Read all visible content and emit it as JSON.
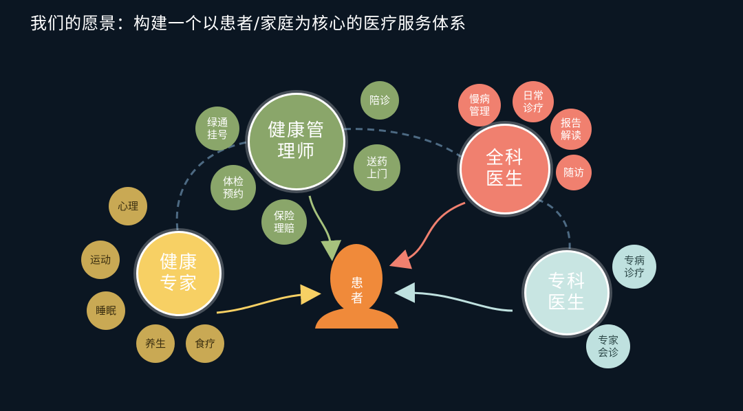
{
  "title": "我们的愿景：构建一个以患者/家庭为核心的医疗服务体系",
  "center": {
    "label": "患者"
  },
  "hubs": {
    "health_manager": {
      "label": "健康管理师",
      "color": "#8aa66a",
      "items": [
        "绿通挂号",
        "陪诊",
        "送药上门",
        "体检预约",
        "保险理赔"
      ]
    },
    "general_doctor": {
      "label": "全科医生",
      "color": "#f0806f",
      "items": [
        "慢病管理",
        "日常诊疗",
        "报告解读",
        "随访"
      ]
    },
    "health_expert": {
      "label": "健康专家",
      "color": "#f7d064",
      "items": [
        "心理",
        "运动",
        "睡眠",
        "养生",
        "食疗"
      ]
    },
    "specialist": {
      "label": "专科医生",
      "color": "#c8e5e2",
      "items": [
        "专病诊疗",
        "专家会诊"
      ]
    }
  },
  "patient_color": "#f08a3a"
}
